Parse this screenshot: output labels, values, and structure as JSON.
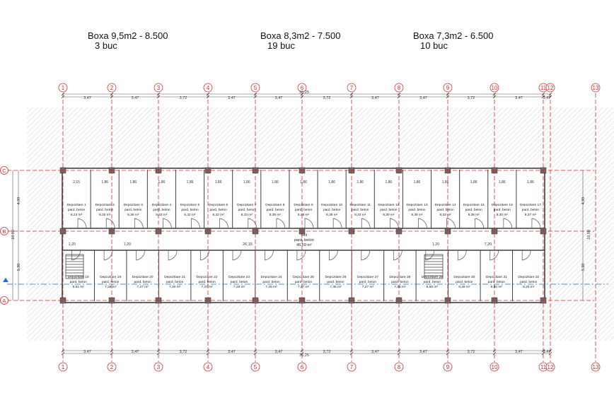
{
  "headers": [
    {
      "line1": "Boxa 9,5m2 - 8.500",
      "line2": "3 buc"
    },
    {
      "line1": "Boxa 8,3m2 - 7.500",
      "line2": "19 buc"
    },
    {
      "line1": "Boxa 7,3m2 - 6.500",
      "line2": "10 buc"
    }
  ],
  "grid": {
    "columns": [
      "1",
      "2",
      "3",
      "4",
      "5",
      "6",
      "7",
      "8",
      "9",
      "10",
      "11",
      "12",
      "13"
    ],
    "rows": [
      "C",
      "B",
      "A"
    ]
  },
  "dimensions": {
    "total": "36,25",
    "top_segments": [
      "3,47",
      "3,47",
      "3,72",
      "3,47",
      "3,47",
      "3,72",
      "3,47",
      "3,47",
      "3,72",
      "3,47",
      "3,47"
    ],
    "left_heights": [
      "4,90",
      "5,30"
    ],
    "left_total": "10,90",
    "top_box_widths": [
      "2,15",
      "1,86",
      "1,86",
      "1,86",
      "1,86",
      "1,86",
      "1,86",
      "1,86",
      "1,86",
      "1,86",
      "1,86",
      "1,86",
      "1,86",
      "1,86",
      "1,86",
      "1,86",
      "1,86"
    ],
    "corridor_widths": [
      "26,15",
      "7,20"
    ],
    "corridor_marks": [
      "1,20",
      "1,20",
      "1,20"
    ]
  },
  "corridor": {
    "name": "Hol",
    "floor": "pard. beton",
    "area": "46,59 m²"
  },
  "units_top": [
    {
      "name": "Depozitare 1",
      "floor": "pard. beton",
      "area": "8,23 m²"
    },
    {
      "name": "Depozitare 2",
      "floor": "pard. beton",
      "area": "8,30 m²"
    },
    {
      "name": "Depozitare 3",
      "floor": "pard. beton",
      "area": "8,36 m²"
    },
    {
      "name": "Depozitare 4",
      "floor": "pard. beton",
      "area": "8,33 m²"
    },
    {
      "name": "Depozitare 5",
      "floor": "pard. beton",
      "area": "6,32 m²"
    },
    {
      "name": "Depozitare 6",
      "floor": "pard. beton",
      "area": "8,32 m²"
    },
    {
      "name": "Depozitare 7",
      "floor": "pard. beton",
      "area": "8,33 m²"
    },
    {
      "name": "Depozitare 8",
      "floor": "pard. beton",
      "area": "8,38 m²"
    },
    {
      "name": "Depozitare 9",
      "floor": "pard. beton",
      "area": "8,38 m²"
    },
    {
      "name": "Depozitare 10",
      "floor": "pard. beton",
      "area": "8,38 m²"
    },
    {
      "name": "Depozitare 11",
      "floor": "pard. beton",
      "area": "8,33 m²"
    },
    {
      "name": "Depozitare 12",
      "floor": "pard. beton",
      "area": "8,30 m²"
    },
    {
      "name": "Depozitare 13",
      "floor": "pard. beton",
      "area": "8,38 m²"
    },
    {
      "name": "Depozitare 14",
      "floor": "pard. beton",
      "area": "8,33 m²"
    },
    {
      "name": "Depozitare 15",
      "floor": "pard. beton",
      "area": "8,38 m²"
    },
    {
      "name": "Depozitare 16",
      "floor": "pard. beton",
      "area": "8,30 m²"
    },
    {
      "name": "Depozitare 17",
      "floor": "pard. beton",
      "area": "8,37 m²"
    }
  ],
  "units_bottom": [
    {
      "name": "Depozitare 18",
      "floor": "pard. beton",
      "area": "9,61 m²"
    },
    {
      "name": "Depozitare 19",
      "floor": "pard. beton",
      "area": "7,28 m²"
    },
    {
      "name": "Depozitare 20",
      "floor": "pard. beton",
      "area": "7,27 m²"
    },
    {
      "name": "Depozitare 21",
      "floor": "pard. beton",
      "area": "7,30 m²"
    },
    {
      "name": "Depozitare 22",
      "floor": "pard. beton",
      "area": "7,27 m²"
    },
    {
      "name": "Depozitare 23",
      "floor": "pard. beton",
      "area": "7,28 m²"
    },
    {
      "name": "Depozitare 24",
      "floor": "pard. beton",
      "area": "7,29 m²"
    },
    {
      "name": "Depozitare 25",
      "floor": "pard. beton",
      "area": "7,27 m²"
    },
    {
      "name": "Depozitare 26",
      "floor": "pard. beton",
      "area": "7,36 m²"
    },
    {
      "name": "Depozitare 27",
      "floor": "pard. beton",
      "area": "7,27 m²"
    },
    {
      "name": "Depozitare 28",
      "floor": "pard. beton",
      "area": "7,28 m²"
    },
    {
      "name": "Depozitare 29",
      "floor": "pard. beton",
      "area": "8,50 m²"
    },
    {
      "name": "Depozitare 30",
      "floor": "pard. beton",
      "area": "9,28 m²"
    },
    {
      "name": "Depozitare 31",
      "floor": "pard. beton",
      "area": "8,80 m²"
    },
    {
      "name": "Depozitare 32",
      "floor": "pard. beton",
      "area": "8,20 m²"
    }
  ],
  "colors": {
    "grid": "#d42a2a",
    "wall": "#404040",
    "column": "#6a6a6a",
    "hatch": "#cfcfcf",
    "level": "#1a6cd0"
  }
}
